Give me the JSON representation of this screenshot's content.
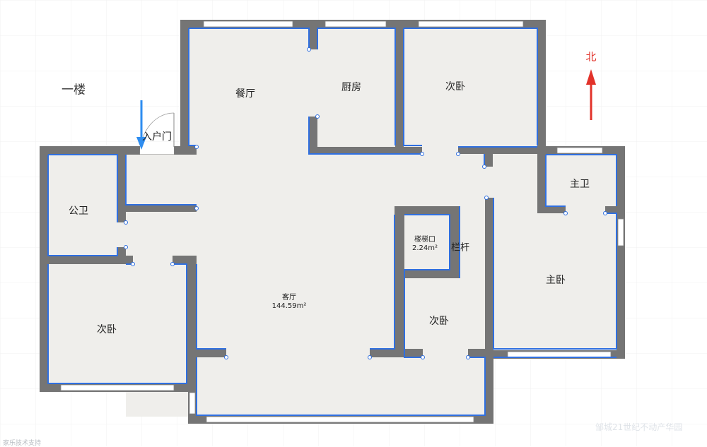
{
  "floor_label": "一楼",
  "north_label": "北",
  "rooms": {
    "dining": "餐厅",
    "kitchen": "厨房",
    "bedroom_north": "次卧",
    "entrance": "入户门",
    "master_bath": "主卫",
    "public_bath": "公卫",
    "stair_name": "楼梯口",
    "stair_area": "2.24m²",
    "railing": "栏杆",
    "master_bedroom": "主卧",
    "living_name": "客厅",
    "living_area": "144.59m²",
    "bedroom_west": "次卧",
    "bedroom_center": "次卧"
  },
  "watermark": "邹城21世纪不动产华园",
  "footer_small": "家乐技术支持",
  "colors": {
    "wall": "#757575",
    "wall_edge": "#2f6fe0",
    "floor": "#efeeeb",
    "window": "#ffffff",
    "grid": "#f0f0f2",
    "north": "#e2322a",
    "entry_arrow": "#2e8df0"
  }
}
